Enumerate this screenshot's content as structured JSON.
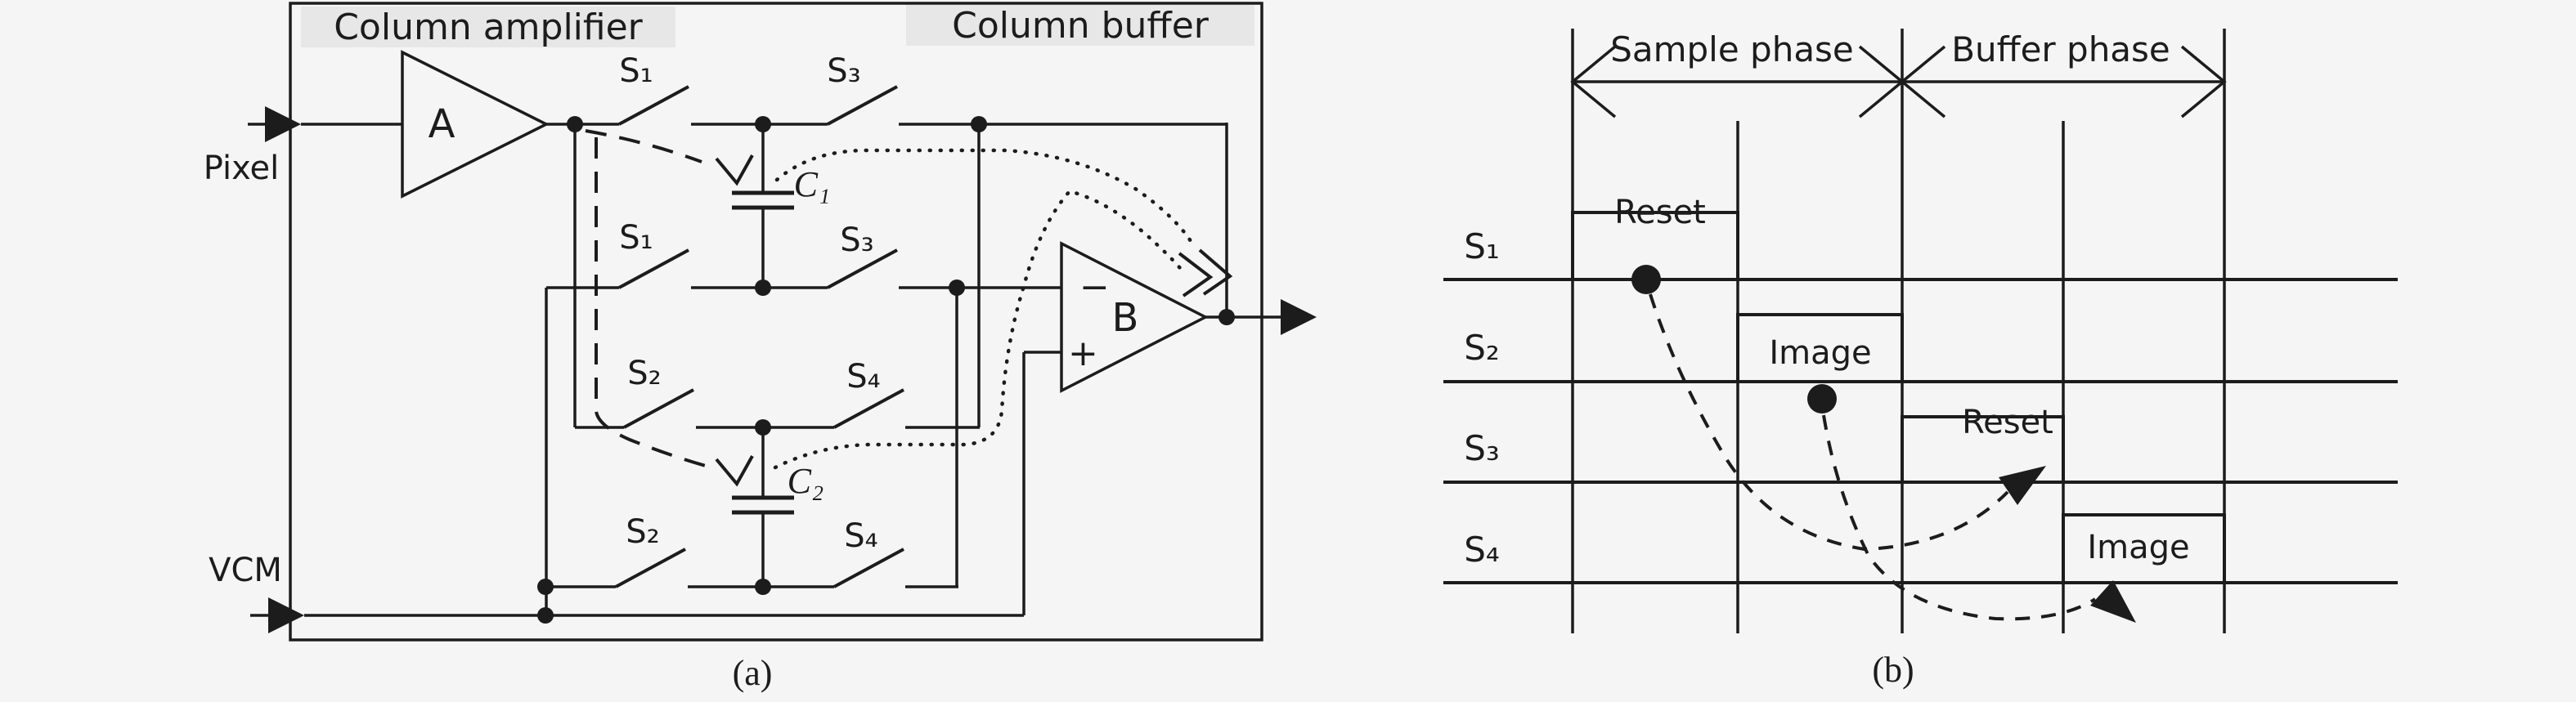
{
  "colors": {
    "background": "#f5f5f6",
    "ink": "#1c1c1c",
    "label_strip": "#e7e7e8"
  },
  "circuit": {
    "titles": {
      "amplifier": "Column amplifier",
      "buffer": "Column buffer"
    },
    "inputs": {
      "pixel": "Pixel",
      "vcm": "VCM"
    },
    "amplifiers": {
      "a": "A",
      "b": "B",
      "minus": "−",
      "plus": "+"
    },
    "switches": {
      "s1": "S₁",
      "s2": "S₂",
      "s3": "S₃",
      "s4": "S₄"
    },
    "capacitors": {
      "c1": "C₁",
      "c2": "C₂"
    },
    "caption": "(a)"
  },
  "timing": {
    "phases": {
      "sample": "Sample phase",
      "buffer": "Buffer phase"
    },
    "rows": [
      {
        "label": "S₁",
        "pulse": "Reset",
        "phase": "sample"
      },
      {
        "label": "S₂",
        "pulse": "Image",
        "phase": "sample"
      },
      {
        "label": "S₃",
        "pulse": "Reset",
        "phase": "buffer"
      },
      {
        "label": "S₄",
        "pulse": "Image",
        "phase": "buffer"
      }
    ],
    "caption": "(b)"
  }
}
